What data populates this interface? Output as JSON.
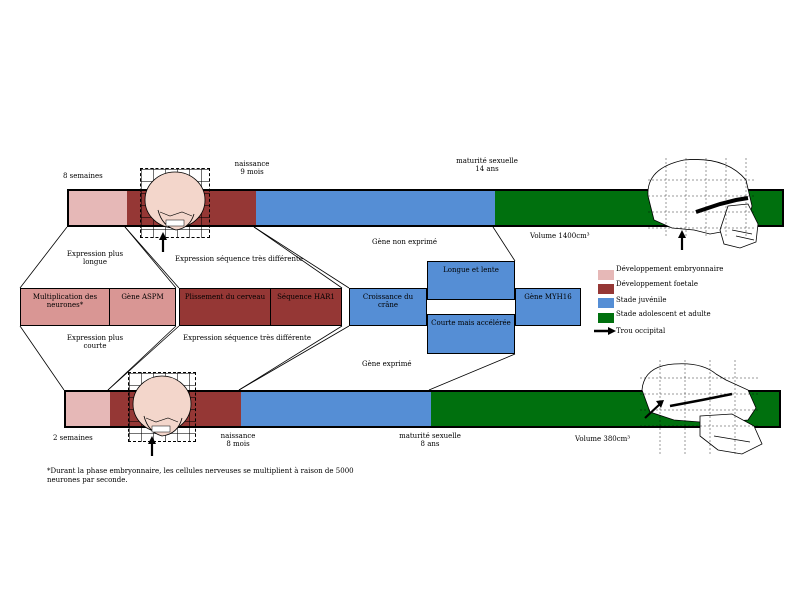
{
  "colors": {
    "embryonic": "#e6b8b7",
    "fetal": "#953735",
    "juvenile": "#558ed5",
    "adult": "#00700e",
    "box_light": "#d99694",
    "box_dark": "#953735"
  },
  "top": {
    "label_8_weeks": "8 semaines",
    "label_birth": "naissance\n9 mois",
    "label_maturity": "maturité sexuelle\n14 ans",
    "label_volume": "Volume 1400cm³",
    "label_gene_not_expressed": "Gène non exprimé"
  },
  "middle": {
    "expr_longer": "Expression plus\nlongue",
    "expr_seq_diff_top": "Expression séquence très différente",
    "expr_shorter": "Expression plus\ncourte",
    "expr_seq_diff_bottom": "Expression séquence très différente",
    "neuron_mult": "Multiplication des\nneurones*",
    "gene_aspm": "Gène ASPM",
    "brain_folding": "Plissement du cerveau",
    "seq_har1": "Séquence HAR1",
    "skull_growth": "Croissance du\ncrâne",
    "long_slow": "Longue et lente",
    "short_fast": "Courte mais accélérée",
    "gene_myh16": "Gène MYH16",
    "gene_expressed": "Gène exprimé"
  },
  "legend": {
    "items": [
      {
        "label": "Développement embryonnaire",
        "color": "#e6b8b7"
      },
      {
        "label": "Développement foetale",
        "color": "#953735"
      },
      {
        "label": "Stade juvénile",
        "color": "#558ed5"
      },
      {
        "label": "Stade adolescent et adulte",
        "color": "#00700e"
      }
    ],
    "arrow_label": "Trou occipital"
  },
  "bottom": {
    "label_2_weeks": "2 semaines",
    "label_birth": "naissance\n8 mois",
    "label_maturity": "maturité sexuelle\n8 ans",
    "label_volume": "Volume 380cm³",
    "footnote": "*Durant la phase embryonnaire, les cellules nerveuses se multiplient à raison de 5000\nneurones par seconde."
  }
}
